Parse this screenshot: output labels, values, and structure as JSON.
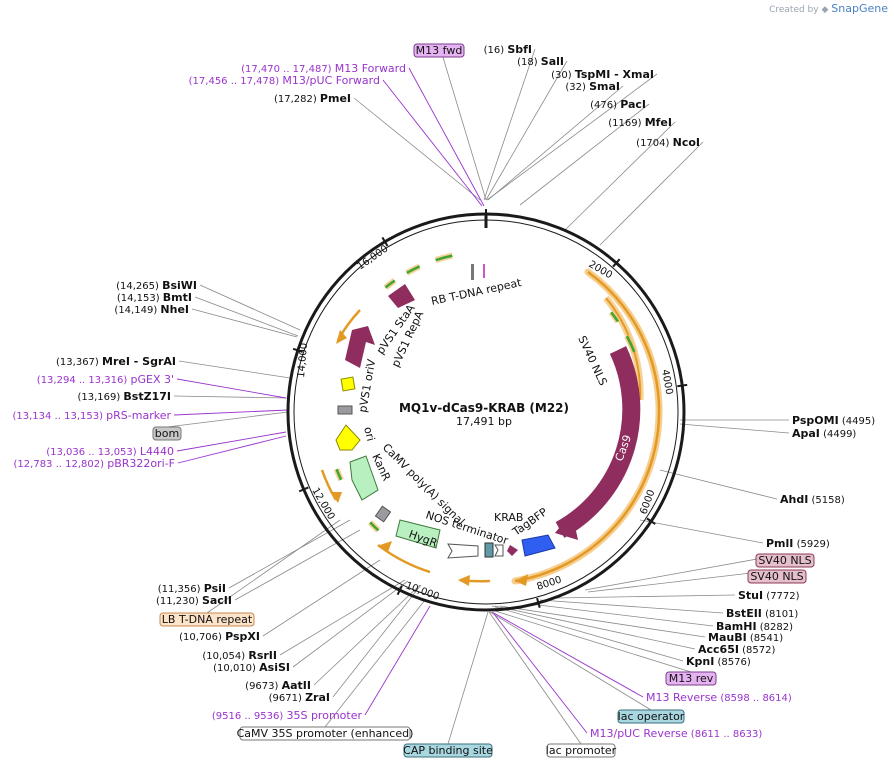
{
  "attribution": {
    "prefix": "Created by",
    "brand": "SnapGene"
  },
  "map": {
    "name": "MQ1v-dCas9-KRAB (M22)",
    "length_label": "17,491 bp",
    "length": 17491
  },
  "tick_labels": [
    "2000",
    "4000",
    "6000",
    "8000",
    "10,000",
    "12,000",
    "14,000",
    "16,000"
  ],
  "sites": [
    {
      "name": "SbfI",
      "pos": "(16)"
    },
    {
      "name": "SalI",
      "pos": "(18)"
    },
    {
      "name": "TspMI  -  XmaI",
      "pos": "(30)"
    },
    {
      "name": "SmaI",
      "pos": "(32)"
    },
    {
      "name": "PacI",
      "pos": "(476)"
    },
    {
      "name": "MfeI",
      "pos": "(1169)"
    },
    {
      "name": "NcoI",
      "pos": "(1704)"
    },
    {
      "name": "PspOMI",
      "pos": "(4495)"
    },
    {
      "name": "ApaI",
      "pos": "(4499)"
    },
    {
      "name": "AhdI",
      "pos": "(5158)"
    },
    {
      "name": "PmlI",
      "pos": "(5929)"
    },
    {
      "name": "StuI",
      "pos": "(7772)"
    },
    {
      "name": "BstEII",
      "pos": "(8101)"
    },
    {
      "name": "BamHI",
      "pos": "(8282)"
    },
    {
      "name": "MauBI",
      "pos": "(8541)"
    },
    {
      "name": "Acc65I",
      "pos": "(8572)"
    },
    {
      "name": "KpnI",
      "pos": "(8576)"
    },
    {
      "name": "PmeI",
      "pos": "(17,282)"
    },
    {
      "name": "BsiWI",
      "pos": "(14,265)"
    },
    {
      "name": "BmtI",
      "pos": "(14,153)"
    },
    {
      "name": "NheI",
      "pos": "(14,149)"
    },
    {
      "name": "MreI  -  SgrAI",
      "pos": "(13,367)"
    },
    {
      "name": "BstZ17I",
      "pos": "(13,169)"
    },
    {
      "name": "PsiI",
      "pos": "(11,356)"
    },
    {
      "name": "SacII",
      "pos": "(11,230)"
    },
    {
      "name": "PspXI",
      "pos": "(10,706)"
    },
    {
      "name": "RsrII",
      "pos": "(10,054)"
    },
    {
      "name": "AsiSI",
      "pos": "(10,010)"
    },
    {
      "name": "AatII",
      "pos": "(9673)"
    },
    {
      "name": "ZraI",
      "pos": "(9671)"
    }
  ],
  "primers": [
    {
      "name": "M13 Forward",
      "range": "(17,470 .. 17,487)"
    },
    {
      "name": "M13/pUC Forward",
      "range": "(17,456 .. 17,478)"
    },
    {
      "name": "pGEX 3'",
      "range": "(13,294 .. 13,316)"
    },
    {
      "name": "pRS-marker",
      "range": "(13,134 .. 13,153)"
    },
    {
      "name": "L4440",
      "range": "(13,036 .. 13,053)"
    },
    {
      "name": "pBR322ori-F",
      "range": "(12,783 .. 12,802)"
    },
    {
      "name": "35S promoter",
      "range": "(9516 .. 9536)"
    },
    {
      "name": "M13 Reverse",
      "range": "(8598 .. 8614)"
    },
    {
      "name": "M13/pUC Reverse",
      "range": "(8611 .. 8633)"
    }
  ],
  "boxed_labels": [
    {
      "text": "M13 fwd",
      "fill": "#e6b3f2",
      "stroke": "#7a3d8c"
    },
    {
      "text": "SV40 NLS",
      "fill": "#e5bfcc",
      "stroke": "#8c3b55"
    },
    {
      "text": "SV40 NLS",
      "fill": "#e5bfcc",
      "stroke": "#8c3b55"
    },
    {
      "text": "LB T-DNA repeat",
      "fill": "#fde3c8",
      "stroke": "#c88a4d"
    },
    {
      "text": "M13 rev",
      "fill": "#e6b3f2",
      "stroke": "#7a3d8c"
    },
    {
      "text": "lac operator",
      "fill": "#a9d7e0",
      "stroke": "#3b6f7c"
    },
    {
      "text": "CaMV 35S promoter (enhanced)",
      "fill": "#ffffff",
      "stroke": "#777777"
    },
    {
      "text": "CAP binding site",
      "fill": "#a9d7e0",
      "stroke": "#3b6f7c"
    },
    {
      "text": "lac promoter",
      "fill": "#ffffff",
      "stroke": "#777777"
    },
    {
      "text": "bom",
      "fill": "#c8c8c8",
      "stroke": "#777777"
    }
  ],
  "features": [
    {
      "name": "RB T-DNA repeat"
    },
    {
      "name": "pVS1 StaA"
    },
    {
      "name": "pVS1 RepA"
    },
    {
      "name": "pVS1 oriV"
    },
    {
      "name": "ori"
    },
    {
      "name": "KanR"
    },
    {
      "name": "CaMV poly(A) signal"
    },
    {
      "name": "NOS terminator"
    },
    {
      "name": "HygR"
    },
    {
      "name": "SV40 NLS"
    },
    {
      "name": "Cas9"
    },
    {
      "name": "KRAB"
    },
    {
      "name": "TagBFP"
    }
  ],
  "colors": {
    "primer": "#9933cc",
    "cas9": "#8e2d5e",
    "green_arrow": "#3da532",
    "orange_glow": "#f5c67a",
    "backbone": "#1a1a1a"
  }
}
